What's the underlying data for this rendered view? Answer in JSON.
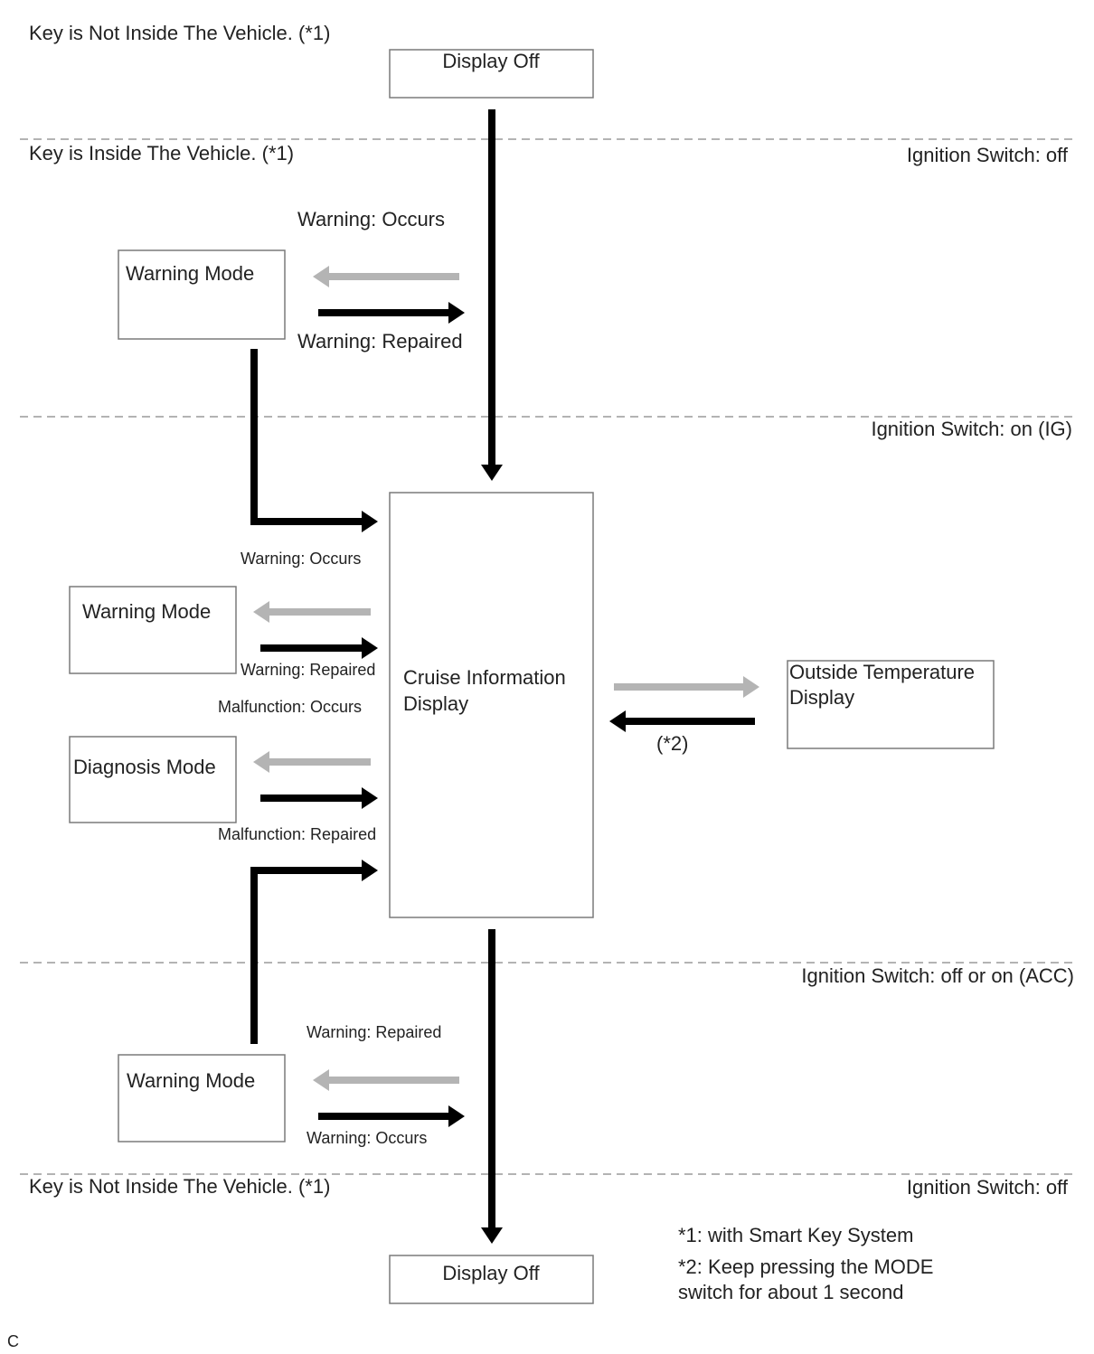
{
  "zones": {
    "top": "Key is Not Inside The Vehicle. (*1)",
    "key_inside": "Key is Inside The Vehicle. (*1)",
    "bottom": "Key is Not Inside The Vehicle. (*1)"
  },
  "ignition": {
    "off_top": "Ignition Switch: off",
    "on_ig": "Ignition Switch: on (IG)",
    "off_or_acc": "Ignition Switch: off or on (ACC)",
    "off_bottom": "Ignition Switch: off"
  },
  "boxes": {
    "display_off_top": "Display Off",
    "warning_mode_1": "Warning Mode",
    "cruise_line1": "Cruise Information",
    "cruise_line2": "Display",
    "warning_mode_2": "Warning Mode",
    "diagnosis_mode": "Diagnosis Mode",
    "outside_line1": "Outside Temperature",
    "outside_line2": "Display",
    "warning_mode_3": "Warning Mode",
    "display_off_bottom": "Display Off"
  },
  "labels": {
    "w1_occurs": "Warning: Occurs",
    "w1_repaired": "Warning: Repaired",
    "w2_occurs": "Warning: Occurs",
    "w2_repaired": "Warning: Repaired",
    "m_occurs": "Malfunction: Occurs",
    "m_repaired": "Malfunction: Repaired",
    "note2_marker": "(*2)",
    "w3_repaired": "Warning: Repaired",
    "w3_occurs": "Warning: Occurs"
  },
  "notes": {
    "note1": "*1: with Smart Key System",
    "note2_line1": "*2: Keep pressing the MODE",
    "note2_line2": "switch for about 1 second"
  },
  "footer": {
    "code": "C"
  },
  "colors": {
    "primary_arrow": "#000000",
    "secondary_arrow": "#b4b4b4",
    "box_border": "#7a7a7a"
  }
}
